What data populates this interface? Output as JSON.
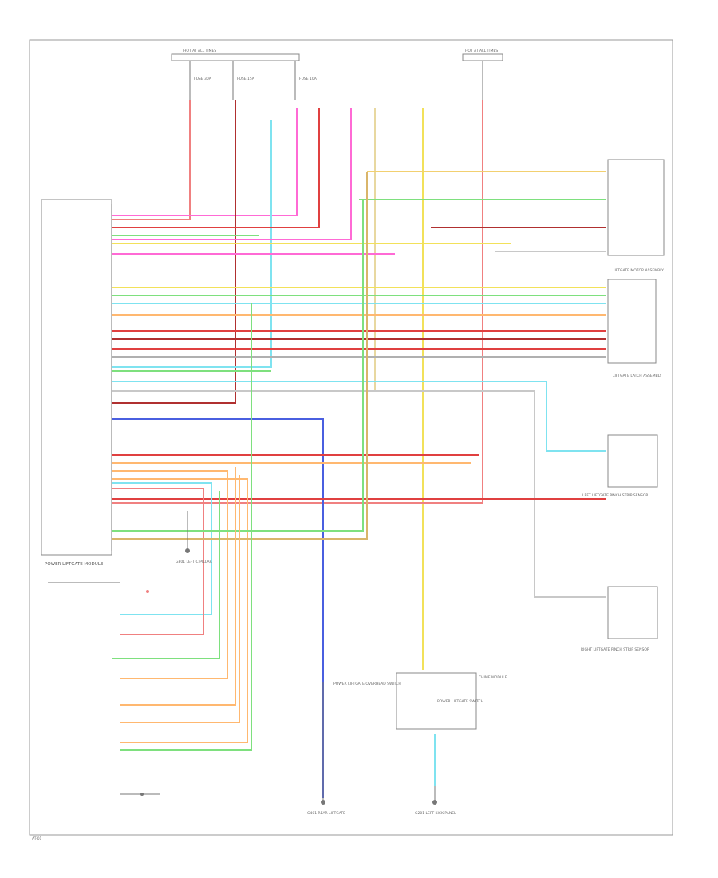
{
  "labels": {
    "module": "POWER LIFTGATE MODULE",
    "liftgate_motor": "LIFTGATE MOTOR ASSEMBLY",
    "liftgate_latch": "LIFTGATE LATCH ASSEMBLY",
    "left_pinch": "LEFT LIFTGATE PINCH STRIP SENSOR",
    "right_pinch": "RIGHT LIFTGATE PINCH STRIP SENSOR",
    "overhead_switch": "POWER LIFTGATE OVERHEAD SWITCH",
    "cargo_switch": "POWER LIFTGATE SWITCH",
    "chime": "CHIME MODULE",
    "ground_left_c_pillar": "G301 LEFT C-PILLAR",
    "ground_left_kick": "G201 LEFT KICK PANEL",
    "ground_rear": "G401 REAR LIFTGATE",
    "hot_at_all_times": "HOT AT ALL TIMES",
    "fuse_1": "FUSE 30A",
    "fuse_2": "FUSE 15A",
    "fuse_3": "FUSE 10A",
    "footer": "AT-01"
  },
  "wires": [
    {
      "name": "red-blk",
      "color": "#f08080"
    },
    {
      "name": "pnk",
      "color": "#ff6ad5"
    },
    {
      "name": "lt-grn",
      "color": "#7ee07e"
    },
    {
      "name": "yel",
      "color": "#f2e15a"
    },
    {
      "name": "lt-blu",
      "color": "#7fe3f0"
    },
    {
      "name": "dk-blu",
      "color": "#4a5fe0"
    },
    {
      "name": "org",
      "color": "#ffb870"
    },
    {
      "name": "brn",
      "color": "#d9b56a"
    },
    {
      "name": "red",
      "color": "#e04040"
    },
    {
      "name": "dk-red",
      "color": "#b03030"
    },
    {
      "name": "tan",
      "color": "#e8d8a0"
    },
    {
      "name": "gry",
      "color": "#b0b0b0"
    }
  ]
}
